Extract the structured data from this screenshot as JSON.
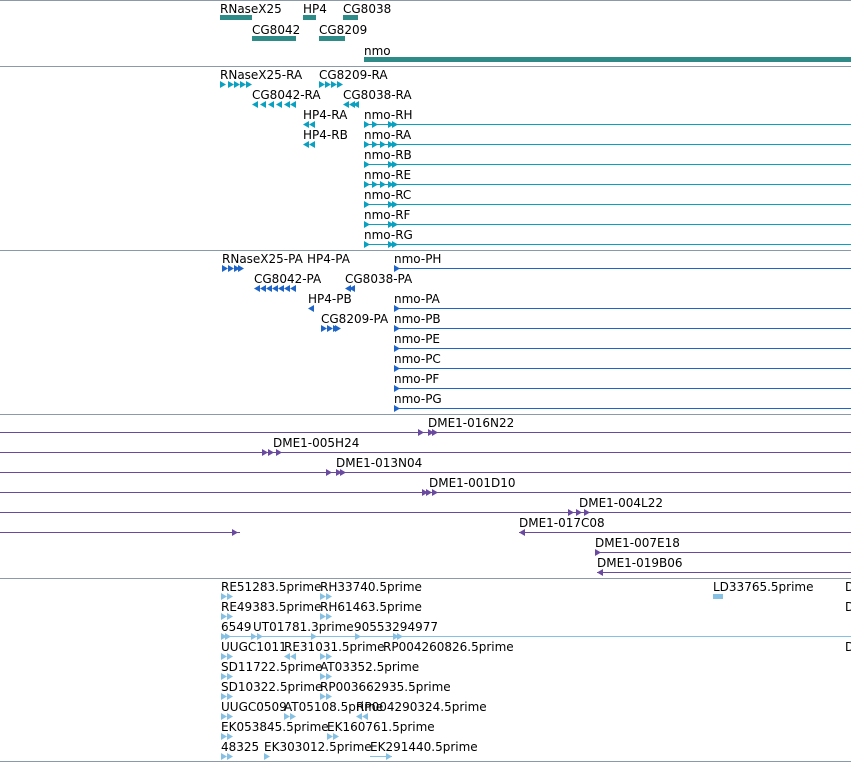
{
  "colors": {
    "gene": "#2e8b87",
    "transcript": "#0aa0c0",
    "cds": "#1f65c8",
    "clone": "#6a4a9f",
    "est": "#86c0e2",
    "separator": "#8a9aa8"
  },
  "tracks": {
    "genes": {
      "labels": [
        "RNaseX25",
        "HP4",
        "CG8038",
        "CG8042",
        "CG8209",
        "nmo"
      ]
    },
    "transcripts": {
      "labels": [
        "RNaseX25-RA",
        "CG8209-RA",
        "CG8042-RA",
        "CG8038-RA",
        "HP4-RA",
        "nmo-RH",
        "nmo-RA",
        "HP4-RB",
        "nmo-RB",
        "nmo-RE",
        "nmo-RC",
        "nmo-RF",
        "nmo-RG"
      ]
    },
    "cds": {
      "labels": [
        "RNaseX25-PA",
        "HP4-PA",
        "nmo-PH",
        "CG8042-PA",
        "CG8038-PA",
        "HP4-PB",
        "nmo-PA",
        "CG8209-PA",
        "nmo-PB",
        "nmo-PE",
        "nmo-PC",
        "nmo-PF",
        "nmo-PG"
      ]
    },
    "clones": {
      "labels": [
        "DME1-016N22",
        "DME1-005H24",
        "DME1-013N04",
        "DME1-001D10",
        "DME1-004L22",
        "DME1-017C08",
        "DME1-007E18",
        "DME1-019B06"
      ]
    },
    "ests": {
      "labels": [
        "RE51283.5prime",
        "RH33740.5prime",
        "LD33765.5prime",
        "D",
        "RE49383.5prime",
        "RH61463.5prime",
        "D",
        "6549",
        "UT01781.3prime",
        "90553294977",
        "UUGC1011",
        "RE31031.5prime",
        "RP004260826.5prime",
        "D",
        "SD11722.5prime",
        "AT03352.5prime",
        "SD10322.5prime",
        "RP003662935.5prime",
        "UUGC0509",
        "AT05108.5prime",
        "RP004290324.5prime",
        "EK053845.5prime",
        "EK160761.5prime",
        "48325",
        "EK303012.5prime",
        "EK291440.5prime"
      ]
    }
  }
}
